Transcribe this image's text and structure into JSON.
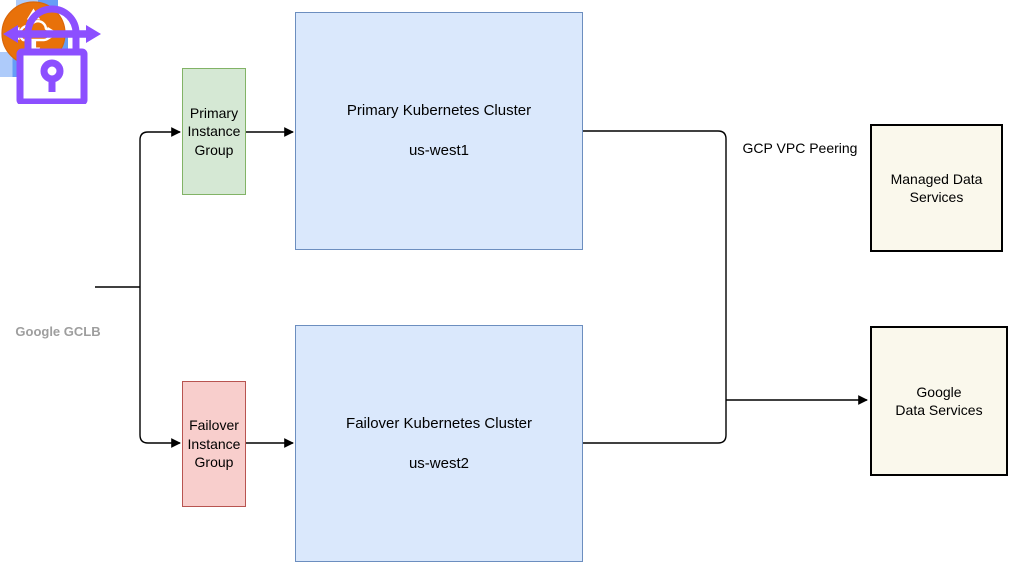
{
  "nodes": {
    "gclb": {
      "label": "Google GCLB"
    },
    "primary_instance_group": {
      "lines": [
        "Primary",
        "Instance",
        "Group"
      ]
    },
    "failover_instance_group": {
      "lines": [
        "Failover",
        "Instance",
        "Group"
      ]
    },
    "primary_k8s_cluster": {
      "title": "Primary Kubernetes Cluster",
      "region": "us-west1"
    },
    "failover_k8s_cluster": {
      "title": "Failover Kubernetes Cluster",
      "region": "us-west2"
    },
    "vpc_peering": {
      "label": "GCP VPC Peering"
    },
    "managed_data_services": {
      "lines": [
        "Managed Data",
        "Services"
      ]
    },
    "google_data_services": {
      "lines": [
        "Google",
        "Data Services"
      ]
    }
  },
  "icons": {
    "gclb": "google-cloud-load-balancer-icon",
    "vpc_peering": "vpc-peering-router-icon",
    "secure_connection": "lock-bidirectional-arrows-icon"
  },
  "colors": {
    "primary_group_fill": "#d5e8d4",
    "primary_group_border": "#82b366",
    "failover_group_fill": "#f8cecc",
    "failover_group_border": "#b85450",
    "cluster_fill": "#dae8fc",
    "cluster_border": "#6c8ebf",
    "data_services_fill": "#faf8ec",
    "data_services_border": "#000000",
    "vpc_peering_orange": "#e8710a",
    "lock_purple": "#8c4fff",
    "gclb_light_blue": "#aecbfa",
    "gclb_medium_blue": "#669df6",
    "gclb_dark_blue": "#4285f4",
    "gclb_label_gray": "#9e9e9e",
    "connector_black": "#000000"
  },
  "edges": [
    {
      "from": "gclb",
      "to": "primary_instance_group",
      "arrowhead": true
    },
    {
      "from": "gclb",
      "to": "failover_instance_group",
      "arrowhead": true
    },
    {
      "from": "primary_instance_group",
      "to": "primary_k8s_cluster",
      "arrowhead": true
    },
    {
      "from": "failover_instance_group",
      "to": "failover_k8s_cluster",
      "arrowhead": true
    },
    {
      "from": "primary_k8s_cluster",
      "to": "shared_trunk",
      "arrowhead": false
    },
    {
      "from": "failover_k8s_cluster",
      "to": "shared_trunk",
      "arrowhead": false
    },
    {
      "from": "shared_trunk",
      "to": "google_data_services",
      "arrowhead": true
    }
  ]
}
